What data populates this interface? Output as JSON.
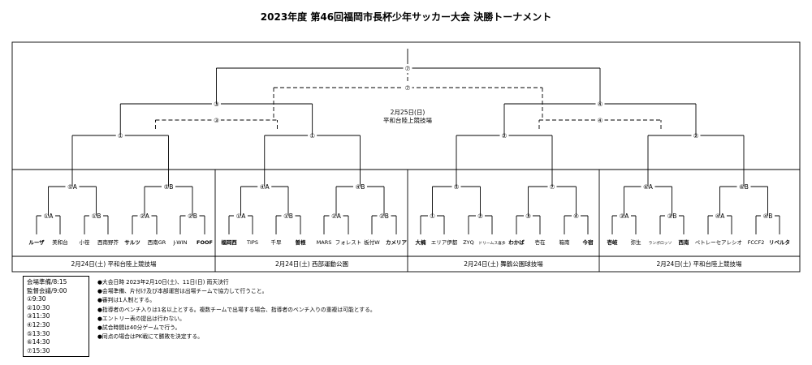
{
  "title": "2023年度 第46回福岡市長杯少年サッカー大会 決勝トーナメント",
  "final": {
    "label": "⑦",
    "third_place_label": "⑦",
    "date": "2月25日(日)",
    "venue": "平和台陸上競技場"
  },
  "semis": [
    {
      "label": "③",
      "third_label": "③"
    },
    {
      "label": "④",
      "third_label": "④"
    }
  ],
  "quarters": [
    "①",
    "①",
    "②",
    "②"
  ],
  "blocks": [
    {
      "footer": "2月24日(土)  平和台陸上競技場",
      "r2": [
        "⑤A",
        "⑤B"
      ],
      "r1": [
        "①A",
        "①B",
        "②A",
        "②B"
      ],
      "teams": [
        {
          "name": "ルーザ",
          "bold": true
        },
        {
          "name": "美和台",
          "bold": false
        },
        {
          "name": "小笹",
          "bold": false
        },
        {
          "name": "西南野芥",
          "bold": false
        },
        {
          "name": "サルツ",
          "bold": true
        },
        {
          "name": "西南GR",
          "bold": false
        },
        {
          "name": "J-WIN",
          "bold": false
        },
        {
          "name": "FOOF",
          "bold": true
        }
      ]
    },
    {
      "footer": "2月24日(土)  西部運動公園",
      "r2": [
        "④A",
        "④B"
      ],
      "r1": [
        "①A",
        "①B",
        "②A",
        "②B"
      ],
      "teams": [
        {
          "name": "福岡西",
          "bold": true
        },
        {
          "name": "TIPS",
          "bold": false
        },
        {
          "name": "千早",
          "bold": false
        },
        {
          "name": "曽根",
          "bold": true
        },
        {
          "name": "MARS",
          "bold": false
        },
        {
          "name": "フォレスト",
          "bold": false
        },
        {
          "name": "板付W",
          "bold": false
        },
        {
          "name": "カメリア",
          "bold": true
        }
      ]
    },
    {
      "footer": "2月24日(土)  舞鶴公園球技場",
      "r2": [
        "⑤",
        "⑦"
      ],
      "r1": [
        "①",
        "②",
        "③",
        "④"
      ],
      "teams": [
        {
          "name": "大楠",
          "bold": true
        },
        {
          "name": "エリア伊都",
          "bold": false
        },
        {
          "name": "ZYQ",
          "bold": false
        },
        {
          "name": "ドリームス喜多",
          "bold": false
        },
        {
          "name": "わかば",
          "bold": true
        },
        {
          "name": "壱在",
          "bold": false
        },
        {
          "name": "箱南",
          "bold": false
        },
        {
          "name": "今宿",
          "bold": true
        }
      ]
    },
    {
      "footer": "2月24日(土)  平和台陸上競技場",
      "r2": [
        "⑥A",
        "⑥B"
      ],
      "r1": [
        "③A",
        "③B",
        "④A",
        "④B"
      ],
      "teams": [
        {
          "name": "壱岐",
          "bold": true
        },
        {
          "name": "弥生",
          "bold": false
        },
        {
          "name": "ランポロッソ",
          "bold": false
        },
        {
          "name": "西南",
          "bold": true
        },
        {
          "name": "ペトレーセ",
          "bold": false
        },
        {
          "name": "アレシオ",
          "bold": false
        },
        {
          "name": "FCCF2",
          "bold": false
        },
        {
          "name": "リベルタ",
          "bold": true
        }
      ]
    }
  ],
  "times": [
    "会場準備/8:15",
    "監督会議/9:00",
    "①9:30",
    "②10:30",
    "③11:30",
    "④12:30",
    "⑤13:30",
    "⑥14:30",
    "⑦15:30"
  ],
  "notes": [
    "●大会日時  2023年2月10日(土)、11日(日)  雨天決行",
    "●会場準備、片付け及び本部運営は出場チームで協力して行うこと。",
    "●審判は1人制とする。",
    "●指導者のベンチ入りは1名以上とする。複数チームで出場する場合、指導者のベンチ入りの重複は可能とする。",
    "●エントリー表の提出は行わない。",
    "●試合時間は40分ゲームで行う。",
    "●同点の場合はPK戦にて勝敗を決定する。"
  ]
}
